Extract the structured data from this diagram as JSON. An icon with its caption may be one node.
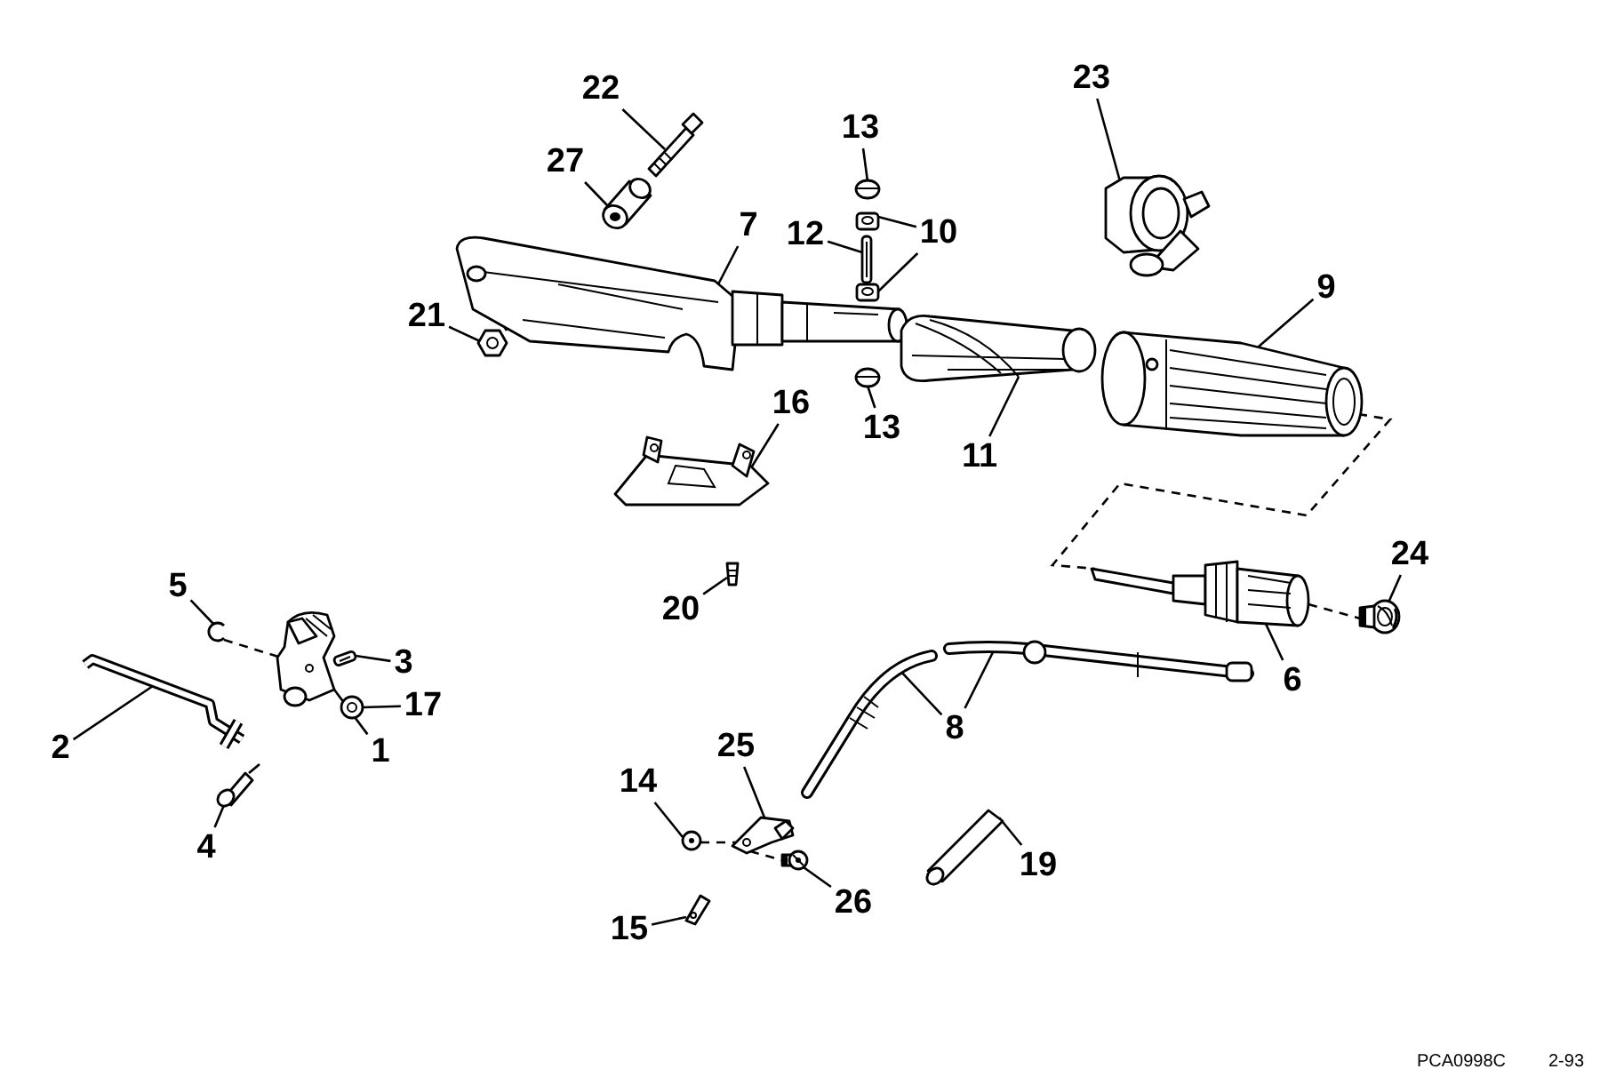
{
  "diagram": {
    "nodes": [
      {
        "text": [
          "22"
        ]
      },
      {
        "text": [],
        "shape": "picture"
      },
      {
        "text": [
          "23"
        ]
      },
      {
        "text": [],
        "shape": "picture"
      },
      {
        "text": [
          "13"
        ]
      },
      {
        "text": [],
        "shape": "picture"
      },
      {
        "text": [
          "27"
        ]
      },
      {
        "text": [],
        "shape": "picture"
      },
      {
        "text": [
          "7"
        ]
      },
      {
        "text": [],
        "shape": "picture"
      },
      {
        "text": [
          "12"
        ]
      },
      {
        "text": [],
        "shape": "picture"
      },
      {
        "text": [
          "10"
        ]
      },
      {
        "text": [],
        "shape": "picture"
      },
      {
        "text": [],
        "shape": "picture"
      },
      {
        "text": [
          "9"
        ]
      },
      {
        "text": [],
        "shape": "picture"
      },
      {
        "text": [
          "21"
        ]
      },
      {
        "text": [],
        "shape": "picture"
      },
      {
        "text": [
          "11"
        ]
      },
      {
        "text": [],
        "shape": "picture"
      },
      {
        "text": [
          "13"
        ]
      },
      {
        "text": [],
        "shape": "picture"
      },
      {
        "text": [
          "16"
        ]
      },
      {
        "text": [],
        "shape": "picture"
      },
      {
        "text": [
          "24"
        ]
      },
      {
        "text": [],
        "shape": "picture"
      },
      {
        "text": [
          "20"
        ]
      },
      {
        "text": [],
        "shape": "picture"
      },
      {
        "text": [
          "5"
        ]
      },
      {
        "text": [],
        "shape": "picture"
      },
      {
        "text": [
          "3"
        ]
      },
      {
        "text": [],
        "shape": "picture"
      },
      {
        "text": [
          "6"
        ]
      },
      {
        "text": [],
        "shape": "picture"
      },
      {
        "text": [
          "17"
        ]
      },
      {
        "text": [],
        "shape": "picture"
      },
      {
        "text": [
          "8"
        ]
      },
      {
        "text": [],
        "shape": "picture"
      },
      {
        "text": [],
        "shape": "picture"
      },
      {
        "text": [
          "2"
        ]
      },
      {
        "text": [],
        "shape": "picture"
      },
      {
        "text": [
          "1"
        ]
      },
      {
        "text": [],
        "shape": "picture"
      },
      {
        "text": [
          "25"
        ]
      },
      {
        "text": [],
        "shape": "picture"
      },
      {
        "text": [
          "14"
        ]
      },
      {
        "text": [],
        "shape": "picture"
      },
      {
        "text": [
          "4"
        ]
      },
      {
        "text": [],
        "shape": "picture"
      },
      {
        "text": [
          "19"
        ]
      },
      {
        "text": [],
        "shape": "picture"
      },
      {
        "text": [
          "26"
        ]
      },
      {
        "text": [],
        "shape": "picture"
      },
      {
        "text": [
          "15"
        ]
      },
      {
        "text": [],
        "shape": "picture"
      }
    ],
    "edges": [
      {
        "from": 0,
        "to": 1,
        "arrow": "none"
      },
      {
        "from": 2,
        "to": 3,
        "arrow": "none"
      },
      {
        "from": 4,
        "to": 5,
        "arrow": "none"
      },
      {
        "from": 6,
        "to": 7,
        "arrow": "none"
      },
      {
        "from": 8,
        "to": 9,
        "arrow": "none"
      },
      {
        "from": 10,
        "to": 11,
        "arrow": "none"
      },
      {
        "from": 12,
        "to": 13,
        "arrow": "none"
      },
      {
        "from": 12,
        "to": 14,
        "arrow": "none"
      },
      {
        "from": 15,
        "to": 16,
        "arrow": "none"
      },
      {
        "from": 17,
        "to": 18,
        "arrow": "none"
      },
      {
        "from": 19,
        "to": 20,
        "arrow": "none"
      },
      {
        "from": 21,
        "to": 22,
        "arrow": "none"
      },
      {
        "from": 23,
        "to": 24,
        "arrow": "none"
      },
      {
        "from": 25,
        "to": 26,
        "arrow": "none"
      },
      {
        "from": 27,
        "to": 28,
        "arrow": "none"
      },
      {
        "from": 29,
        "to": 30,
        "arrow": "none"
      },
      {
        "from": 31,
        "to": 32,
        "arrow": "none"
      },
      {
        "from": 33,
        "to": 34,
        "arrow": "none"
      },
      {
        "from": 35,
        "to": 36,
        "arrow": "none"
      },
      {
        "from": 37,
        "to": 38,
        "arrow": "none"
      },
      {
        "from": 37,
        "to": 39,
        "arrow": "none"
      },
      {
        "from": 40,
        "to": 41,
        "arrow": "none"
      },
      {
        "from": 42,
        "to": 43,
        "arrow": "none"
      },
      {
        "from": 44,
        "to": 45,
        "arrow": "none"
      },
      {
        "from": 46,
        "to": 47,
        "arrow": "none"
      },
      {
        "from": 48,
        "to": 49,
        "arrow": "none"
      },
      {
        "from": 50,
        "to": 51,
        "arrow": "none"
      },
      {
        "from": 52,
        "to": 53,
        "arrow": "none"
      },
      {
        "from": 54,
        "to": 55,
        "arrow": "none"
      },
      {
        "from": 18,
        "to": 9,
        "arrow": "none",
        "style": "dashed"
      },
      {
        "from": 30,
        "to": 43,
        "arrow": "none",
        "style": "dashed"
      },
      {
        "from": 47,
        "to": 45,
        "arrow": "none",
        "style": "dashed"
      },
      {
        "from": 45,
        "to": 53,
        "arrow": "none",
        "style": "dashed"
      },
      {
        "from": 34,
        "to": 26,
        "arrow": "none",
        "style": "dashed"
      },
      {
        "from": 16,
        "to": 34,
        "arrow": "none",
        "style": "dashed"
      }
    ],
    "labels": [
      "PCA0998C",
      "2-93"
    ]
  }
}
